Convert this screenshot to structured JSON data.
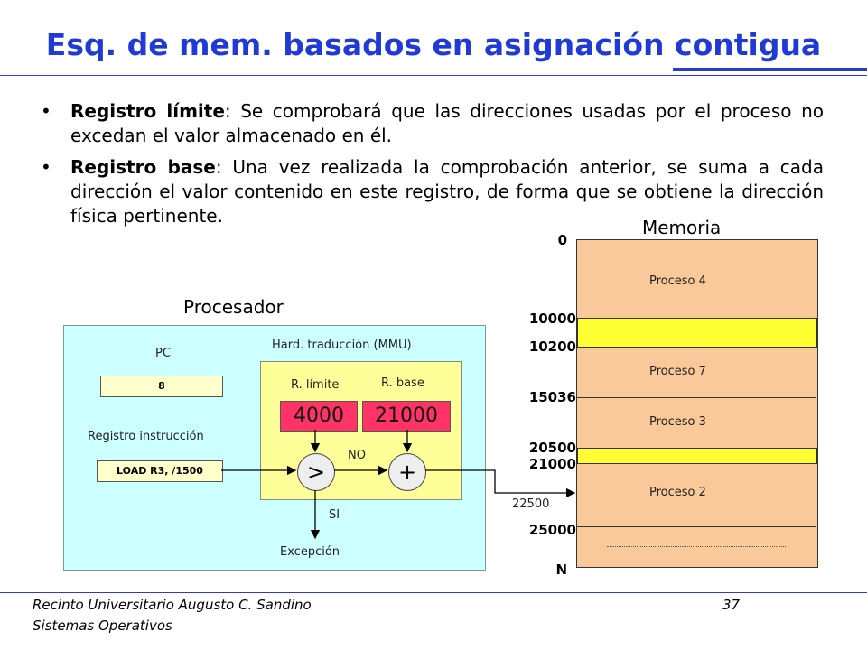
{
  "slide": {
    "title": "Esq. de mem. basados en asignación contigua",
    "page_number": "37",
    "footer_line1": "Recinto Universitario Augusto C. Sandino",
    "footer_line2": "Sistemas Operativos"
  },
  "bullets": [
    {
      "term": "Registro límite",
      "text": ": Se comprobará que las direcciones usadas por el proceso no excedan el valor almacenado en él."
    },
    {
      "term": "Registro base",
      "text": ": Una vez realizada la comprobación anterior, se suma a cada dirección el valor contenido en este registro, de forma que se obtiene la dirección física pertinente."
    }
  ],
  "processor": {
    "title": "Procesador",
    "pc_label": "PC",
    "pc_value": "8",
    "ir_label": "Registro instrucción",
    "ir_value": "LOAD R3, /1500",
    "mmu_label": "Hard. traducción (MMU)",
    "limit_label": "R. límite",
    "limit_value": "4000",
    "base_label": "R. base",
    "base_value": "21000",
    "compare_symbol": ">",
    "add_symbol": "+",
    "no_label": "NO",
    "si_label": "SI",
    "exception_label": "Excepción"
  },
  "memory": {
    "title": "Memoria",
    "addresses": [
      "0",
      "10000",
      "10200",
      "15036",
      "20500",
      "21000",
      "25000",
      "N"
    ],
    "physical_address": "22500",
    "segments": [
      "Proceso 4",
      "Proceso 7",
      "Proceso 3",
      "Proceso 2"
    ]
  },
  "colors": {
    "title_blue": "#1f3ad6",
    "processor_bg": "#ccffff",
    "mmu_bg": "#ffff99",
    "register_red": "#ff3366",
    "memory_bg": "#f9c99a",
    "free_yellow": "#ffff33"
  }
}
